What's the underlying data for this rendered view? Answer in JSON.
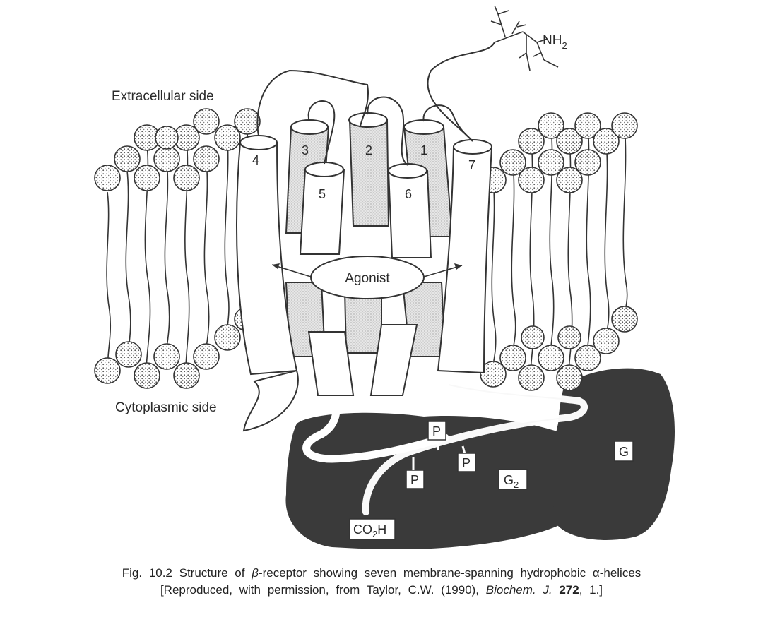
{
  "labels": {
    "extracellular": "Extracellular side",
    "cytoplasmic": "Cytoplasmic side",
    "n_terminus": "NH",
    "n_terminus_sub": "2",
    "agonist": "Agonist",
    "helices": [
      "1",
      "2",
      "3",
      "4",
      "5",
      "6",
      "7"
    ],
    "phosphate": "P",
    "g2_main": "G",
    "g2_sub": "2",
    "g": "G",
    "c_terminus_a": "CO",
    "c_terminus_sub": "2",
    "c_terminus_b": "H"
  },
  "caption": {
    "fig_label": "Fig.",
    "fig_number": "10.2",
    "text_before_beta": "Structure of",
    "beta": "β",
    "text_after_beta": "-receptor showing seven membrane-spanning hydrophobic",
    "alpha_text": "α-helices",
    "source_pre": "[Reproduced, with permission, from Taylor, C.W. (1990),",
    "journal": "Biochem. J.",
    "volume": "272",
    "pages": ", 1.]"
  },
  "colors": {
    "line": "#333333",
    "stipple_fill": "#d8d8d8",
    "cytoplasm_dark": "#3a3a3a",
    "background": "#ffffff"
  }
}
